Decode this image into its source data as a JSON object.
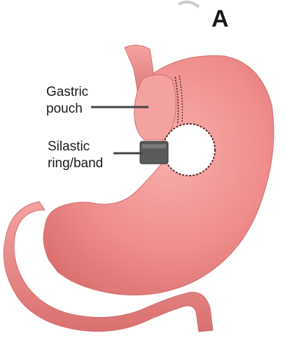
{
  "panel_letter": "A",
  "labels": {
    "gastric_pouch": [
      "Gastric",
      "pouch"
    ],
    "silastic_band": [
      "Silastic",
      "ring/band"
    ]
  },
  "colors": {
    "stomach_fill": "#ef8d8c",
    "stomach_shade": "#d9706f",
    "stomach_highlight": "#f7b0ad",
    "band_fill": "#5a5a5a",
    "leader_line": "#444444",
    "staple_line": "#5e2a2a"
  }
}
